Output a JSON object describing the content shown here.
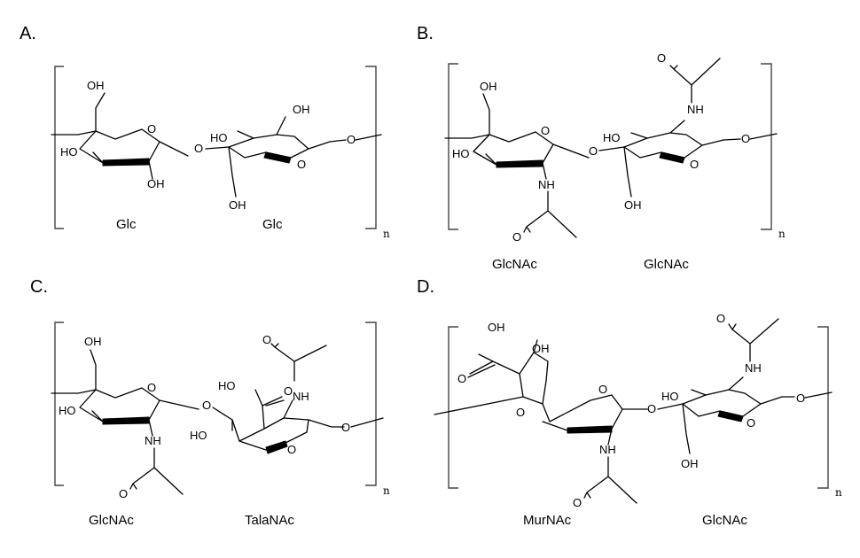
{
  "panels": [
    {
      "letter": "A.",
      "residues": [
        "Glc",
        "Glc"
      ],
      "repeat": "n",
      "atoms": {
        "ring_o_1": "O",
        "ring_o_2": "O",
        "link_o_1": "O",
        "link_o_2": "O",
        "oh_c6": "OH",
        "oh_c4": "HO",
        "oh_c2": "OH",
        "oh_r_c3": "HO",
        "oh_r_c2": "OH",
        "oh_r_c6": "OH"
      }
    },
    {
      "letter": "B.",
      "residues": [
        "GlcNAc",
        "GlcNAc"
      ],
      "repeat": "n",
      "atoms": {
        "ring_o_1": "O",
        "ring_o_2": "O",
        "link_o_1": "O",
        "link_o_2": "O",
        "oh_c6": "OH",
        "oh_c4": "HO",
        "nh_1": "NH",
        "acetyl_o_1": "O",
        "oh_r_c3": "HO",
        "nh_2": "NH",
        "acetyl_o_2": "O",
        "oh_r_c6": "OH"
      }
    },
    {
      "letter": "C.",
      "residues": [
        "GlcNAc",
        "TalaNAc"
      ],
      "repeat": "n",
      "atoms": {
        "ring_o_1": "O",
        "ring_o_2": "O",
        "link_o_1": "O",
        "link_o_2": "O",
        "oh_c6": "OH",
        "oh_c4": "HO",
        "nh_1": "NH",
        "acetyl_o_1": "O",
        "cooh_ho": "HO",
        "cooh_o": "O",
        "nh_2": "NH",
        "acetyl_o_2": "O",
        "oh_r_c3": "HO"
      }
    },
    {
      "letter": "D.",
      "residues": [
        "MurNAc",
        "GlcNAc"
      ],
      "repeat": "n",
      "atoms": {
        "ring_o_1": "O",
        "ring_o_2": "O",
        "link_o_1": "O",
        "link_o_2": "O",
        "lactyl_oh": "OH",
        "lactyl_o": "O",
        "lactyl_oh2": "OH",
        "ring_o3": "O",
        "nh_1": "NH",
        "acetyl_o_1": "O",
        "oh_r_c3": "HO",
        "nh_2": "NH",
        "acetyl_o_2": "O",
        "oh_r_c6": "OH"
      }
    }
  ]
}
